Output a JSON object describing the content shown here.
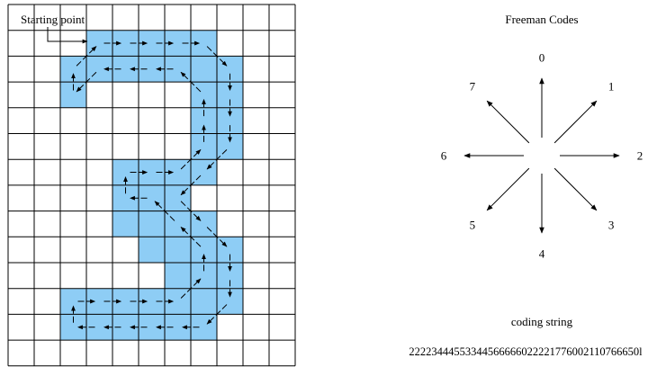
{
  "left_panel": {
    "start_label": "Starting point",
    "grid": {
      "cols": 11,
      "rows": 14
    },
    "shape_fill": "#8ecdf5",
    "shaded_cells": [
      [
        3,
        1
      ],
      [
        4,
        1
      ],
      [
        5,
        1
      ],
      [
        6,
        1
      ],
      [
        7,
        1
      ],
      [
        2,
        2
      ],
      [
        3,
        2
      ],
      [
        4,
        2
      ],
      [
        5,
        2
      ],
      [
        6,
        2
      ],
      [
        7,
        2
      ],
      [
        8,
        2
      ],
      [
        2,
        3
      ],
      [
        7,
        3
      ],
      [
        8,
        3
      ],
      [
        7,
        4
      ],
      [
        8,
        4
      ],
      [
        7,
        5
      ],
      [
        8,
        5
      ],
      [
        4,
        6
      ],
      [
        5,
        6
      ],
      [
        6,
        6
      ],
      [
        7,
        6
      ],
      [
        4,
        7
      ],
      [
        5,
        7
      ],
      [
        6,
        7
      ],
      [
        4,
        8
      ],
      [
        5,
        8
      ],
      [
        6,
        8
      ],
      [
        7,
        8
      ],
      [
        5,
        9
      ],
      [
        6,
        9
      ],
      [
        7,
        9
      ],
      [
        8,
        9
      ],
      [
        6,
        10
      ],
      [
        7,
        10
      ],
      [
        8,
        10
      ],
      [
        2,
        11
      ],
      [
        3,
        11
      ],
      [
        4,
        11
      ],
      [
        5,
        11
      ],
      [
        6,
        11
      ],
      [
        7,
        11
      ],
      [
        8,
        11
      ],
      [
        2,
        12
      ],
      [
        3,
        12
      ],
      [
        4,
        12
      ],
      [
        5,
        12
      ],
      [
        6,
        12
      ],
      [
        7,
        12
      ]
    ],
    "boundary_path": [
      [
        3,
        1
      ],
      [
        4,
        1
      ],
      [
        5,
        1
      ],
      [
        6,
        1
      ],
      [
        7,
        1
      ],
      [
        8,
        2
      ],
      [
        8,
        3
      ],
      [
        8,
        4
      ],
      [
        8,
        5
      ],
      [
        7,
        6
      ],
      [
        6,
        7
      ],
      [
        7,
        8
      ],
      [
        8,
        9
      ],
      [
        8,
        10
      ],
      [
        8,
        11
      ],
      [
        7,
        12
      ],
      [
        6,
        12
      ],
      [
        5,
        12
      ],
      [
        4,
        12
      ],
      [
        3,
        12
      ],
      [
        2,
        12
      ],
      [
        2,
        11
      ],
      [
        3,
        11
      ],
      [
        4,
        11
      ],
      [
        5,
        11
      ],
      [
        6,
        11
      ],
      [
        7,
        10
      ],
      [
        7,
        9
      ],
      [
        6,
        8
      ],
      [
        5,
        7
      ],
      [
        4,
        7
      ],
      [
        4,
        6
      ],
      [
        5,
        6
      ],
      [
        6,
        6
      ],
      [
        7,
        5
      ],
      [
        7,
        4
      ],
      [
        7,
        3
      ],
      [
        6,
        2
      ],
      [
        5,
        2
      ],
      [
        4,
        2
      ],
      [
        3,
        2
      ],
      [
        2,
        3
      ],
      [
        2,
        2
      ],
      [
        3,
        1
      ]
    ]
  },
  "freeman": {
    "title": "Freeman Codes",
    "directions": [
      {
        "code": "0"
      },
      {
        "code": "1"
      },
      {
        "code": "2"
      },
      {
        "code": "3"
      },
      {
        "code": "4"
      },
      {
        "code": "5"
      },
      {
        "code": "6"
      },
      {
        "code": "7"
      }
    ]
  },
  "coding": {
    "label": "coding string",
    "value": "22223444553344566666022221776002110766650l"
  }
}
